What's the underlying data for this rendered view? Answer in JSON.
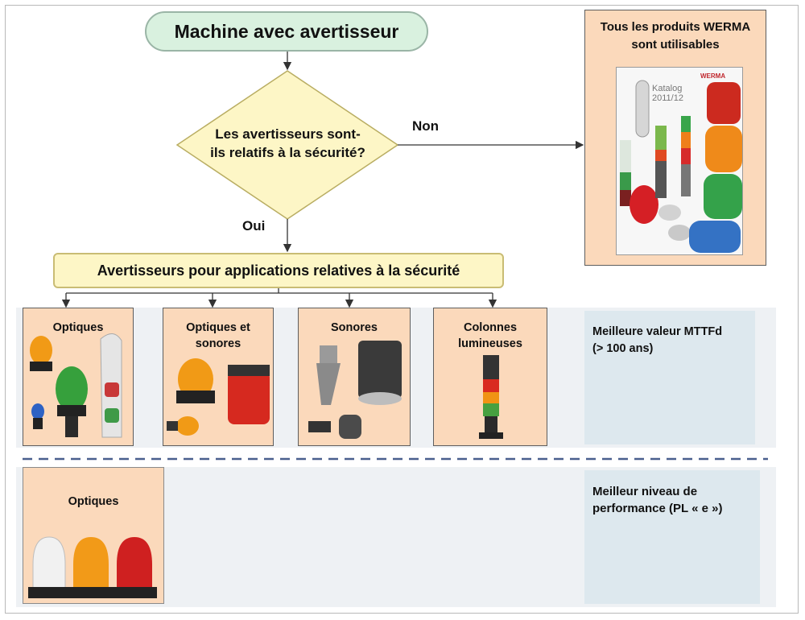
{
  "flowchart": {
    "start": "Machine avec avertisseur",
    "decision_line1": "Les avertisseurs sont-",
    "decision_line2": "ils relatifs à la sécurité?",
    "no_label": "Non",
    "yes_label": "Oui",
    "safety_bar": "Avertisseurs pour applications relatives à la sécurité"
  },
  "werma": {
    "title_line1": "Tous les produits WERMA",
    "title_line2": "sont utilisables",
    "catalog_brand": "WERMA",
    "catalog_title": "Katalog",
    "catalog_year": "2011/12"
  },
  "categories": [
    {
      "line1": "Optiques",
      "line2": ""
    },
    {
      "line1": "Optiques et",
      "line2": "sonores"
    },
    {
      "line1": "Sonores",
      "line2": ""
    },
    {
      "line1": "Colonnes",
      "line2": "lumineuses"
    }
  ],
  "mttfd_note": {
    "line1": "Meilleure valeur MTTFd",
    "line2": "(> 100 ans)"
  },
  "bottom": {
    "card_title": "Optiques",
    "note_line1": "Meilleur niveau de",
    "note_line2": "performance (PL « e »)"
  }
}
